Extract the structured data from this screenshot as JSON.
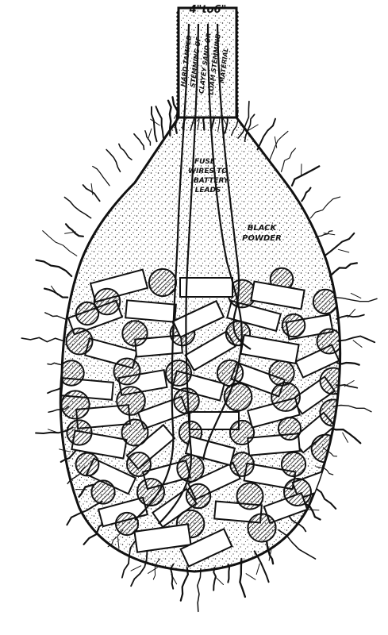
{
  "labels": {
    "bore_size": "4\"to6\"",
    "stemming_lines": [
      "HARD TAMPED",
      "STEMMING OF",
      "CLAYEY SAND OR",
      "LOAM STEMMING",
      "MATERIAL"
    ],
    "fuse_lines": [
      "FUSE",
      "WIRES TO",
      "BATTERY",
      "LEADS"
    ],
    "powder_lines": [
      "BLACK",
      "POWDER"
    ]
  },
  "colors": {
    "ink": "#111111",
    "paper": "#ffffff"
  }
}
